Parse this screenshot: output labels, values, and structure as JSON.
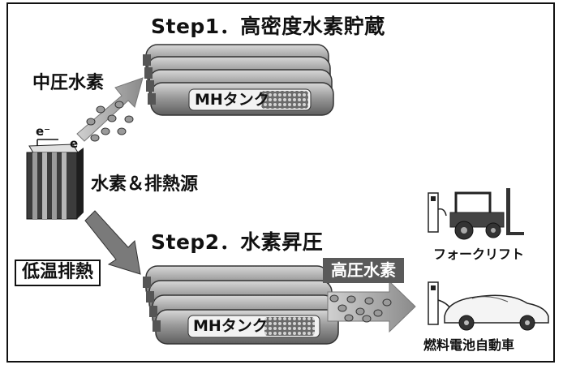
{
  "step1": {
    "title": "Step1．高密度水素貯蔵",
    "input_label": "中圧水素",
    "tank_label": "MHタンク"
  },
  "source": {
    "label": "水素＆排熱源",
    "electron1": "e⁻",
    "electron2": "e"
  },
  "step2": {
    "title": "Step2．水素昇圧",
    "input_label": "低温排熱",
    "tank_label": "MHタンク",
    "output_label": "高圧水素"
  },
  "applications": [
    {
      "label": "フォークリフト",
      "icon": "forklift-icon"
    },
    {
      "label": "燃料電池自動車",
      "icon": "fuel-cell-car-icon"
    }
  ],
  "colors": {
    "ink": "#111111",
    "arrow": "#8c8c8c",
    "badge": "#5a5a5a",
    "tank": "#a9a9a9"
  }
}
